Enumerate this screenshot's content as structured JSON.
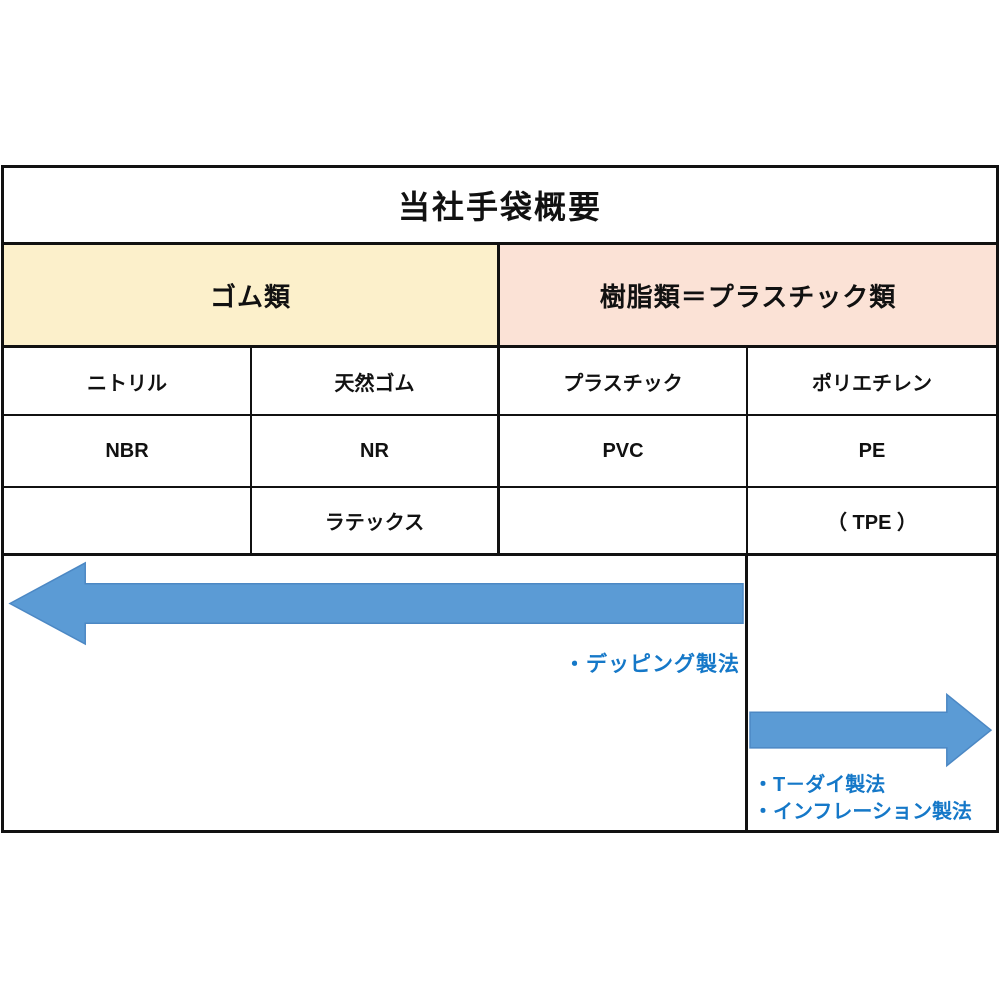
{
  "title": "当社手袋概要",
  "categories": {
    "rubber": {
      "label": "ゴム類"
    },
    "plastic": {
      "label": "樹脂類＝プラスチック類"
    }
  },
  "materials": [
    {
      "name": "ニトリル",
      "abbr": "NBR",
      "note": ""
    },
    {
      "name": "天然ゴム",
      "abbr": "NR",
      "note": "ラテックス"
    },
    {
      "name": "プラスチック",
      "abbr": "PVC",
      "note": ""
    },
    {
      "name": "ポリエチレン",
      "abbr": "PE",
      "note": "（ TPE ）"
    }
  ],
  "methods": {
    "rubber": {
      "arrow_direction": "left",
      "label": "・デッピング製法"
    },
    "plastic": {
      "arrow_direction": "right",
      "labels": [
        "・T－ダイ製法",
        "・インフレーション製法"
      ]
    }
  },
  "colors": {
    "rubber_header_bg": "#FCF0CB",
    "plastic_header_bg": "#FBE2D6",
    "arrow_fill": "#5B9BD5",
    "arrow_stroke": "#4C88C4",
    "method_text": "#1578C8",
    "border": "#111111"
  }
}
